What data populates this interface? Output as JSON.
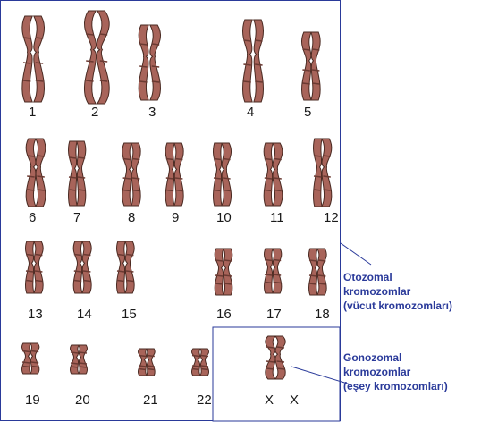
{
  "karyotype": {
    "colors": {
      "chromosome_fill": "#a8645a",
      "chromosome_outline": "#4a2a22",
      "band_dark": "#6b3a32",
      "frame": "#2a3a9a",
      "annotation_text": "#2a3a9a"
    },
    "autosome_pairs": [
      {
        "label": "1"
      },
      {
        "label": "2"
      },
      {
        "label": "3"
      },
      {
        "label": "4"
      },
      {
        "label": "5"
      },
      {
        "label": "6"
      },
      {
        "label": "7"
      },
      {
        "label": "8"
      },
      {
        "label": "9"
      },
      {
        "label": "10"
      },
      {
        "label": "11"
      },
      {
        "label": "12"
      },
      {
        "label": "13"
      },
      {
        "label": "14"
      },
      {
        "label": "15"
      },
      {
        "label": "16"
      },
      {
        "label": "17"
      },
      {
        "label": "18"
      },
      {
        "label": "19"
      },
      {
        "label": "20"
      },
      {
        "label": "21"
      },
      {
        "label": "22"
      }
    ],
    "sex_chromosomes": {
      "labels": [
        "X",
        "X"
      ]
    },
    "annotations": {
      "autosomal": [
        "Otozomal",
        "kromozomlar",
        "(vücut kromozomları)"
      ],
      "gonosomal": [
        "Gonozomal",
        "kromozomlar",
        "(eşey kromozomları)"
      ]
    }
  }
}
